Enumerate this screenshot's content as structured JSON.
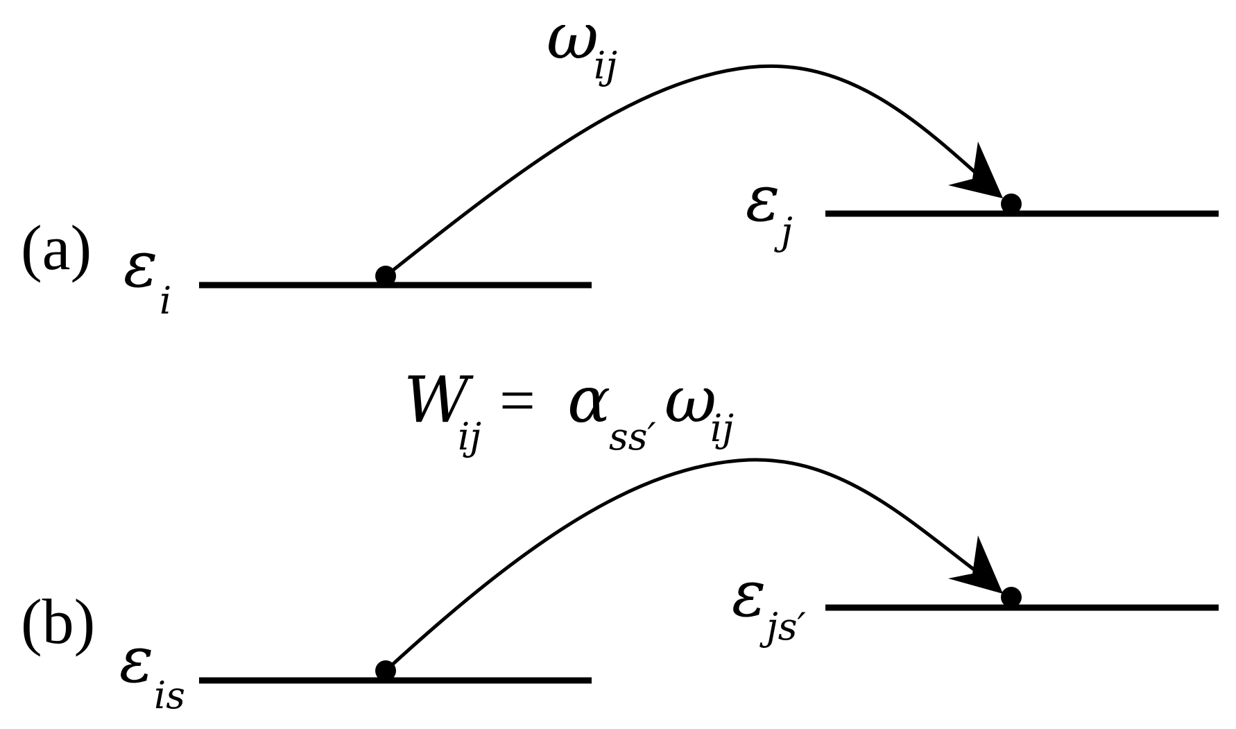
{
  "panel_a": {
    "label": "(a)",
    "level_i": {
      "symbol": "ε",
      "subscript": "i"
    },
    "level_j": {
      "symbol": "ε",
      "subscript": "j"
    },
    "transition": {
      "symbol": "ω",
      "subscript": "ij"
    }
  },
  "panel_b": {
    "label": "(b)",
    "level_is": {
      "symbol": "ε",
      "subscript": "is"
    },
    "level_js": {
      "symbol": "ε",
      "subscript": "js′"
    }
  },
  "equation": {
    "lhs_symbol": "W",
    "lhs_subscript": "ij",
    "equals": "=",
    "alpha_symbol": "α",
    "alpha_subscript": "ss′",
    "omega_symbol": "ω",
    "omega_subscript": "ij"
  },
  "colors": {
    "ink": "#000000",
    "background": "#ffffff"
  }
}
